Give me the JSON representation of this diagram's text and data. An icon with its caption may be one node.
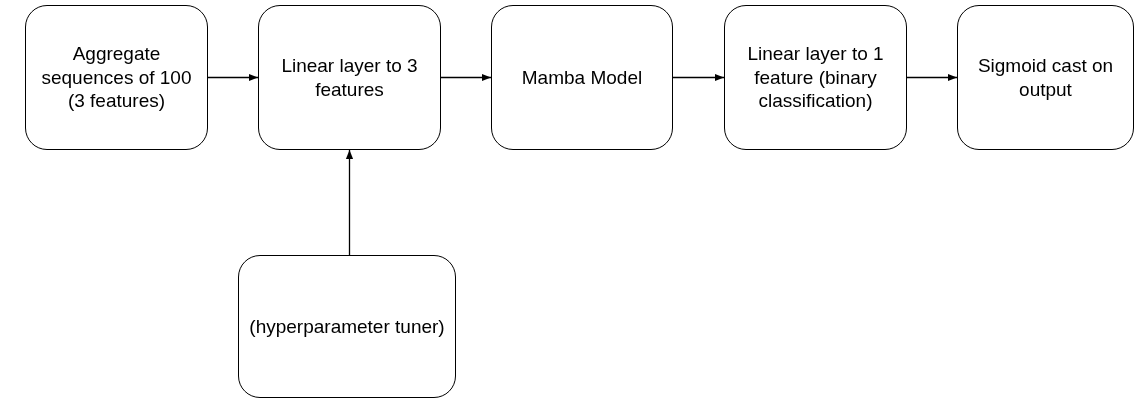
{
  "diagram": {
    "nodes": [
      {
        "text": [
          "Aggregate sequences of 100 (3 features)"
        ]
      },
      {
        "text": [
          "Linear layer to 3 features"
        ]
      },
      {
        "text": [
          "Mamba Model"
        ]
      },
      {
        "text": [
          "Linear layer to 1 feature (binary classification)"
        ]
      },
      {
        "text": [
          "Sigmoid cast on output"
        ]
      },
      {
        "text": [
          "(hyperparameter tuner)"
        ]
      }
    ],
    "edges": [
      {
        "from": 0,
        "to": 1,
        "arrow": "to"
      },
      {
        "from": 1,
        "to": 2,
        "arrow": "to"
      },
      {
        "from": 2,
        "to": 3,
        "arrow": "to"
      },
      {
        "from": 3,
        "to": 4,
        "arrow": "to"
      },
      {
        "from": 5,
        "to": 1,
        "arrow": "to"
      }
    ]
  }
}
